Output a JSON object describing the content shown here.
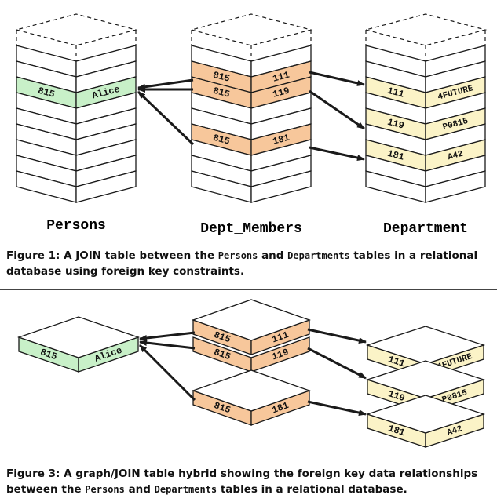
{
  "figure1": {
    "tables": [
      {
        "name": "Persons",
        "rows": [
          {
            "key": "815",
            "value": "Alice"
          }
        ]
      },
      {
        "name": "Dept_Members",
        "rows": [
          {
            "key": "815",
            "value": "111"
          },
          {
            "key": "815",
            "value": "119"
          },
          {
            "key": "815",
            "value": "181"
          }
        ]
      },
      {
        "name": "Department",
        "rows": [
          {
            "key": "111",
            "value": "4FUTURE"
          },
          {
            "key": "119",
            "value": "P0815"
          },
          {
            "key": "181",
            "value": "A42"
          }
        ]
      }
    ],
    "caption": {
      "prefix": "Figure 1: A JOIN table between the ",
      "code1": "Persons",
      "mid": " and ",
      "code2": "Departments",
      "suffix": " tables in a relational",
      "line2": "database using foreign key constraints."
    }
  },
  "figure3": {
    "caption": {
      "line1": "Figure 3: A graph/JOIN table hybrid showing the foreign key data relationships",
      "prefix": "between the ",
      "code1": "Persons",
      "mid": " and ",
      "code2": "Departments",
      "suffix": " tables in a relational database."
    }
  },
  "colors": {
    "persons": "#c8f0c8",
    "dept_members": "#f7c79b",
    "department": "#fbf3c7",
    "empty_row": "#ffffff",
    "stroke": "#1a1a1a"
  }
}
